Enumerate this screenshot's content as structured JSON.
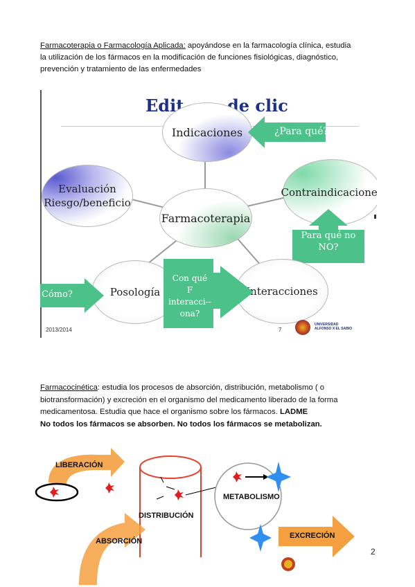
{
  "intro": {
    "term": "Farmacoterapia o Farmacología Aplicada:",
    "line1": " apoyándose en la farmacología clínica, estudia",
    "line2": "la utilización de los fármacos en la modificación de funciones fisiológicas, diagnóstico,",
    "line3": "prevención y tratamiento de las enfermedades"
  },
  "slide": {
    "title_left": "Edit",
    "title_right": "de clic",
    "center": "Farmacoterapia",
    "indicaciones": "Indicaciones",
    "para_que": "¿Para qué?",
    "evaluacion_1": "Evaluación",
    "evaluacion_2": "Riesgo/beneficio",
    "contraindicaciones": "Contraindicaciones",
    "para_que_no_1": "Para qué no",
    "para_que_no_2": "NO?",
    "posologia": "Posología",
    "como": "Cómo?",
    "con_que_1": "Con qué",
    "con_que_2": "F",
    "con_que_3": "interacci--",
    "con_que_4": "ona?",
    "interacciones": "Interacciones",
    "footer_year": "2013/2014",
    "footer_page": "7",
    "university_1": "UNIVERSIDAD",
    "university_2": "ALFONSO X EL SABIO"
  },
  "farmacocinetica": {
    "term": "Farmacocinética",
    "line1": ": estudia los procesos de absorción, distribución, metabolismo ( o",
    "line2": "biotransformación) y excreción en el organismo del medicamento liberado de la forma",
    "line3_pre": "medicamentosa. Estudia que hace el organismo sobre los fármacos. ",
    "ladme": "LADME",
    "line4": "No todos los fármacos se absorben. No todos los fármacos se metabolizan."
  },
  "ladme_diagram": {
    "liberacion": "LIBERACIÓN",
    "distribucion": "DISTRIBUCIÓN",
    "metabolismo": "METABOLISMO",
    "absorcion": "ABSORCIÓN",
    "excrecion": "EXCRECIÓN"
  },
  "page_number": "2",
  "colors": {
    "green_arrow": "#4cc28a",
    "blue_title": "#1d2f8c",
    "ellipse_grad": "#6f6fd6",
    "orange_arrow": "#f5a040",
    "red_cylinder": "#e8402a",
    "star_blue": "#2f8ef0",
    "star_red": "#e02020"
  }
}
